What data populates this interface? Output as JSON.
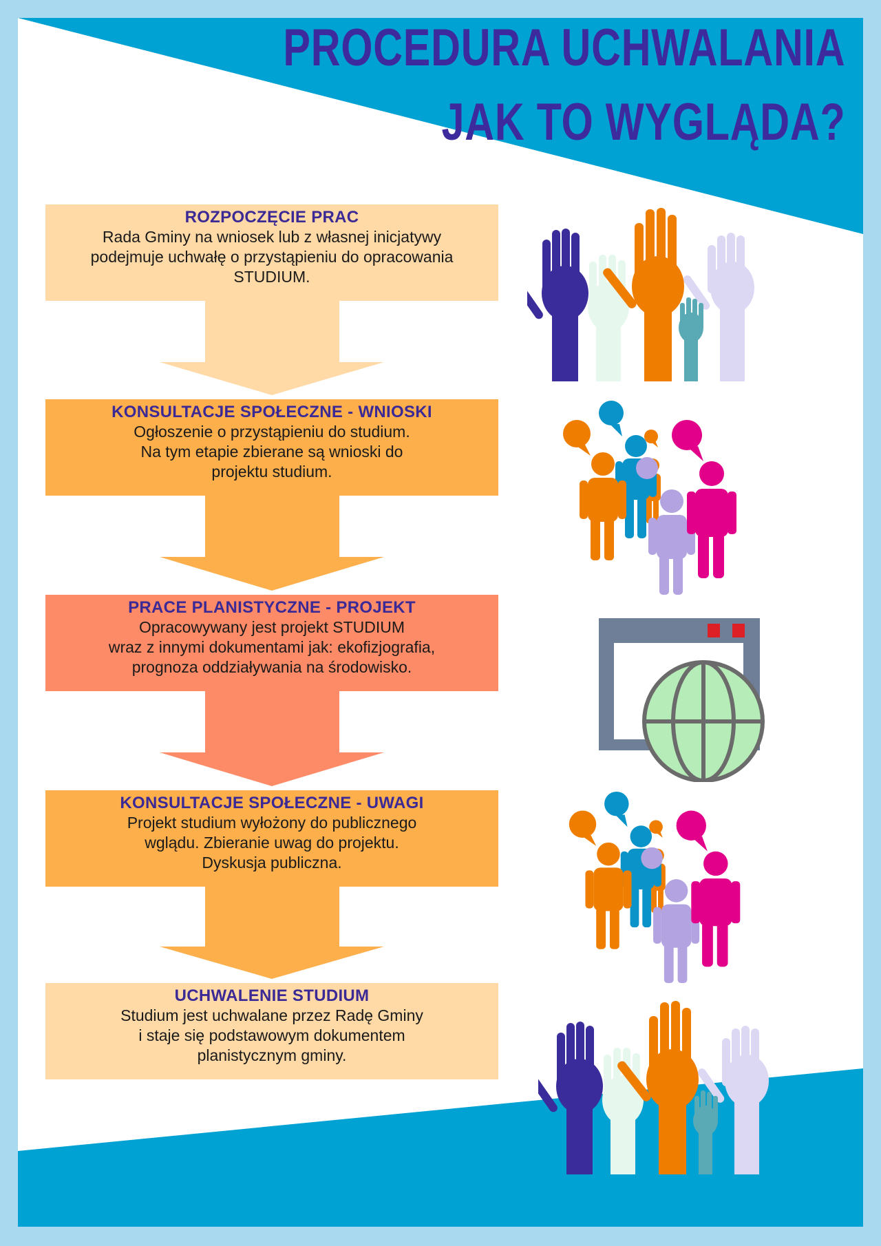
{
  "title": {
    "line1": "PROCEDURA UCHWALANIA",
    "line2": "JAK TO WYGLĄDA?"
  },
  "colors": {
    "border": "#a9d9ef",
    "blue_band": "#00a1d3",
    "title": "#3d2a9c",
    "step_light": "#ffd9a6",
    "step_orange": "#fdaf4c",
    "step_salmon": "#fe8b67"
  },
  "steps": [
    {
      "title": "ROZPOCZĘCIE PRAC",
      "text": "Rada Gminy na wniosek lub z własnej inicjatywy\npodejmuje uchwałę o przystąpieniu do opracowania\nSTUDIUM.",
      "color": "#ffd9a6"
    },
    {
      "title": "KONSULTACJE SPOŁECZNE - WNIOSKI",
      "text": "Ogłoszenie o przystąpieniu do studium.\nNa tym etapie zbierane są wnioski do\nprojektu studium.",
      "color": "#fdaf4c"
    },
    {
      "title": "PRACE PLANISTYCZNE - PROJEKT",
      "text": "Opracowywany jest projekt STUDIUM\nwraz z innymi dokumentami jak: ekofizjografia,\nprognoza oddziaływania na środowisko.",
      "color": "#fe8b67"
    },
    {
      "title": "KONSULTACJE SPOŁECZNE - UWAGI",
      "text": "Projekt studium wyłożony do publicznego\nwglądu. Zbieranie uwag do projektu.\nDyskusja publiczna.",
      "color": "#fdaf4c"
    },
    {
      "title": "UCHWALENIE STUDIUM",
      "text": "Studium jest uchwalane przez Radę Gminy\ni staje się podstawowym dokumentem\nplanistycznym gminy.",
      "color": "#ffd9a6"
    }
  ],
  "illustrations": [
    {
      "name": "raised-hands-icon"
    },
    {
      "name": "people-talking-icon"
    },
    {
      "name": "web-globe-icon"
    },
    {
      "name": "people-talking-icon"
    },
    {
      "name": "raised-hands-icon"
    }
  ]
}
